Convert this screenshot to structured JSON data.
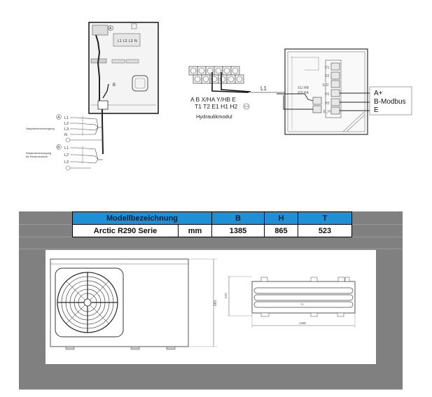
{
  "wiring_diagram": {
    "labels": {
      "circle_a": "A",
      "circle_b": "B",
      "main_supply": "Hauptstromversorgung",
      "backup_supply_line1": "Notstromversorgung",
      "backup_supply_line2": "für Reserveheizer",
      "terminals_main": [
        "L1",
        "L2",
        "L3",
        "N"
      ],
      "terminals_backup": [
        "L1",
        "L2",
        "L3"
      ],
      "inner_terminals": [
        "L1",
        "L2",
        "L3",
        "N"
      ]
    }
  },
  "hydraulic_module": {
    "top_row_labels": "A  B  X/HA Y/HB  E",
    "bottom_row_labels": "T1 T2  E1  H1  H2",
    "title": "Hydraulikmodul",
    "cable_label": "L1"
  },
  "controller": {
    "terminals_right": [
      "D1",
      "D2",
      "E D",
      "H1",
      "H2",
      "E_H"
    ],
    "terminals_left": [
      "X1/ HB",
      "X2/ HA"
    ],
    "modbus_labels": [
      "A+",
      "B-Modbus",
      "E"
    ]
  },
  "spec_table": {
    "headers": [
      "Modellbezeichnung",
      "B",
      "H",
      "T"
    ],
    "row": {
      "model": "Arctic R290 Serie",
      "unit": "mm",
      "B": "1385",
      "H": "865",
      "T": "523"
    },
    "header_color": "#1f8fd6"
  },
  "drawing": {
    "front_height_label": "865",
    "top_depth_label": "523",
    "top_width_label": "1385",
    "top_center_mark": "75"
  }
}
